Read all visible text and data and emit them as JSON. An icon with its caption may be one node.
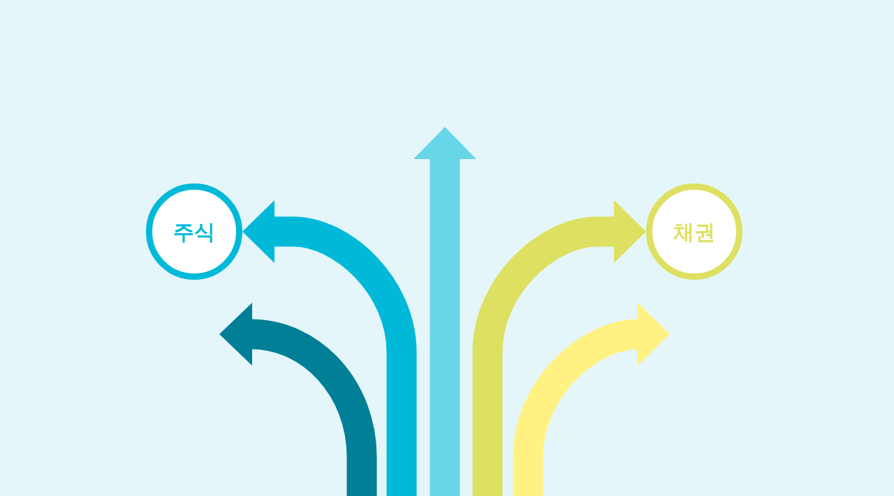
{
  "diagram": {
    "nodes": [
      {
        "text": [
          "주식"
        ]
      },
      {
        "text": [
          "채권"
        ]
      }
    ],
    "edges": [
      {
        "from": null,
        "to": 0,
        "arrow": "to",
        "color": "#00b9d9"
      },
      {
        "from": null,
        "to": 1,
        "arrow": "to",
        "color": "#dde060"
      }
    ]
  }
}
